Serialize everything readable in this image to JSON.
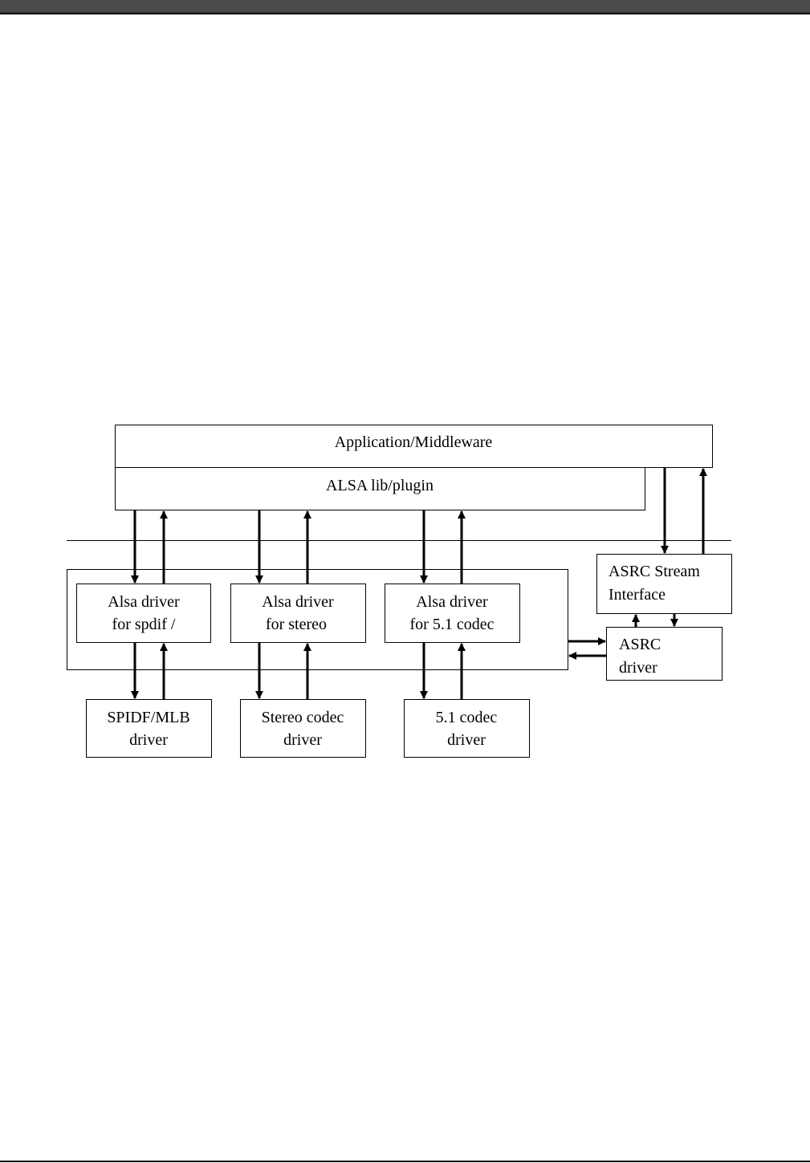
{
  "diagram": {
    "app_layer": "Application/Middleware",
    "alsa_lib": "ALSA lib/plugin",
    "alsa_spdif": [
      "Alsa driver",
      "for spdif /"
    ],
    "alsa_stereo": [
      "Alsa driver",
      "for stereo"
    ],
    "alsa_51": [
      "Alsa driver",
      "for 5.1 codec"
    ],
    "asrc_stream": [
      "ASRC Stream",
      "Interface"
    ],
    "asrc_driver": [
      "ASRC",
      "driver"
    ],
    "spdif_mlb": [
      "SPIDF/MLB",
      "driver"
    ],
    "stereo_codec": [
      "Stereo codec",
      "driver"
    ],
    "codec_51": [
      "5.1 codec",
      "driver"
    ]
  }
}
